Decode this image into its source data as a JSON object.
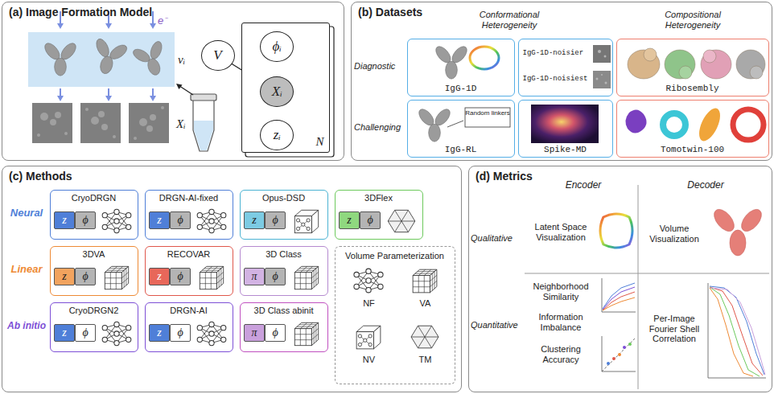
{
  "diagram": {
    "nodes": [
      {
        "text": [
          "(a) Image Formation Model"
        ]
      },
      {
        "text": [
          "V"
        ],
        "in": 0
      },
      {
        "text": [
          "N"
        ],
        "in": 0
      },
      {
        "text": [
          "ϕᵢ"
        ],
        "in": 2
      },
      {
        "text": [
          "Xᵢ"
        ],
        "in": 2
      },
      {
        "text": [
          "zᵢ"
        ],
        "in": 2
      },
      {
        "text": [
          "(b) Datasets"
        ]
      },
      {
        "text": [
          "IgG-1D"
        ],
        "in": 6
      },
      {
        "text": [
          "IgG-1D-noisier",
          "IgG-1D-noisiest"
        ],
        "in": 6
      },
      {
        "text": [
          "Ribosembly"
        ],
        "in": 6
      },
      {
        "text": [
          "IgG-RL"
        ],
        "in": 6
      },
      {
        "text": [
          "Spike-MD"
        ],
        "in": 6
      },
      {
        "text": [
          "Tomotwin-100"
        ],
        "in": 6
      },
      {
        "text": [
          "(c) Methods"
        ]
      },
      {
        "text": [
          "CryoDRGN"
        ],
        "in": 13
      },
      {
        "text": [
          "z"
        ],
        "in": 14
      },
      {
        "text": [
          "ϕ"
        ],
        "in": 14
      },
      {
        "text": [
          "DRGN-AI-fixed"
        ],
        "in": 13
      },
      {
        "text": [
          "z"
        ],
        "in": 17
      },
      {
        "text": [
          "ϕ"
        ],
        "in": 17
      },
      {
        "text": [
          "Opus-DSD"
        ],
        "in": 13
      },
      {
        "text": [
          "z"
        ],
        "in": 20
      },
      {
        "text": [
          "ϕ"
        ],
        "in": 20
      },
      {
        "text": [
          "3DFlex"
        ],
        "in": 13
      },
      {
        "text": [
          "z"
        ],
        "in": 23
      },
      {
        "text": [
          "ϕ"
        ],
        "in": 23
      },
      {
        "text": [
          "3DVA"
        ],
        "in": 13
      },
      {
        "text": [
          "z"
        ],
        "in": 26
      },
      {
        "text": [
          "ϕ"
        ],
        "in": 26
      },
      {
        "text": [
          "RECOVAR"
        ],
        "in": 13
      },
      {
        "text": [
          "z"
        ],
        "in": 29
      },
      {
        "text": [
          "ϕ"
        ],
        "in": 29
      },
      {
        "text": [
          "3D Class"
        ],
        "in": 13
      },
      {
        "text": [
          "π"
        ],
        "in": 32
      },
      {
        "text": [
          "ϕ"
        ],
        "in": 32
      },
      {
        "text": [
          "Volume Parameterization",
          "NF",
          "VA",
          "NV",
          "TM"
        ],
        "in": 13
      },
      {
        "text": [
          "CryoDRGN2"
        ],
        "in": 13
      },
      {
        "text": [
          "z"
        ],
        "in": 36
      },
      {
        "text": [
          "ϕ"
        ],
        "in": 36
      },
      {
        "text": [
          "DRGN-AI"
        ],
        "in": 13
      },
      {
        "text": [
          "z"
        ],
        "in": 39
      },
      {
        "text": [
          "ϕ"
        ],
        "in": 39
      },
      {
        "text": [
          "3D Class abinit"
        ],
        "in": 13
      },
      {
        "text": [
          "π"
        ],
        "in": 42
      },
      {
        "text": [
          "ϕ"
        ],
        "in": 42
      },
      {
        "text": [
          "(d) Metrics"
        ]
      }
    ],
    "edges": [
      {
        "from": 1,
        "to": 4,
        "arrow": "to"
      },
      {
        "from": 3,
        "to": 4,
        "arrow": "to"
      },
      {
        "from": 5,
        "to": 4,
        "arrow": "to"
      }
    ],
    "labels": [
      "e⁻",
      "vᵢ",
      "Xᵢ",
      "Conformational Heterogeneity",
      "Compositional Heterogeneity",
      "Diagnostic",
      "Challenging",
      "Random linkers",
      "Neural",
      "Linear",
      "Ab initio",
      "Encoder",
      "Decoder",
      "Qualitative",
      "Latent Space Visualization",
      "Volume Visualization",
      "Quantitative",
      "Neighborhood Similarity",
      "Information Imbalance",
      "Clustering Accuracy",
      "Per-Image Fourier Shell Correlation"
    ]
  }
}
